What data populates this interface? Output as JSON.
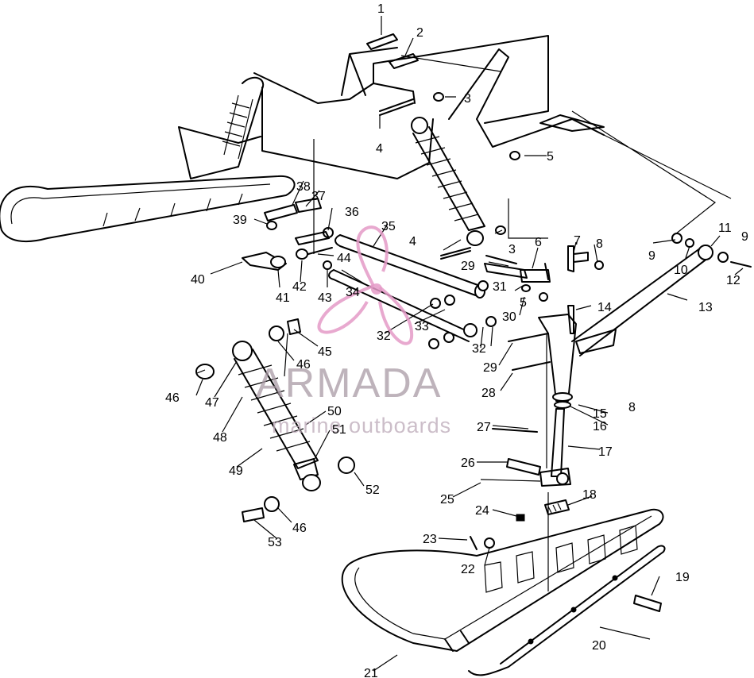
{
  "callouts": [
    "1",
    "2",
    "3",
    "3",
    "4",
    "4",
    "5",
    "5",
    "6",
    "7",
    "8",
    "8",
    "9",
    "9",
    "10",
    "11",
    "12",
    "13",
    "14",
    "15",
    "16",
    "17",
    "18",
    "19",
    "20",
    "21",
    "22",
    "23",
    "24",
    "25",
    "26",
    "27",
    "28",
    "29",
    "29",
    "30",
    "31",
    "32",
    "32",
    "33",
    "34",
    "35",
    "36",
    "37",
    "38",
    "39",
    "40",
    "41",
    "42",
    "43",
    "44",
    "45",
    "46",
    "46",
    "46",
    "47",
    "48",
    "49",
    "50",
    "51",
    "52",
    "53"
  ],
  "watermark": {
    "title": "ARMADA",
    "subtitle": "marine outboards",
    "color": "#e49ac7"
  }
}
